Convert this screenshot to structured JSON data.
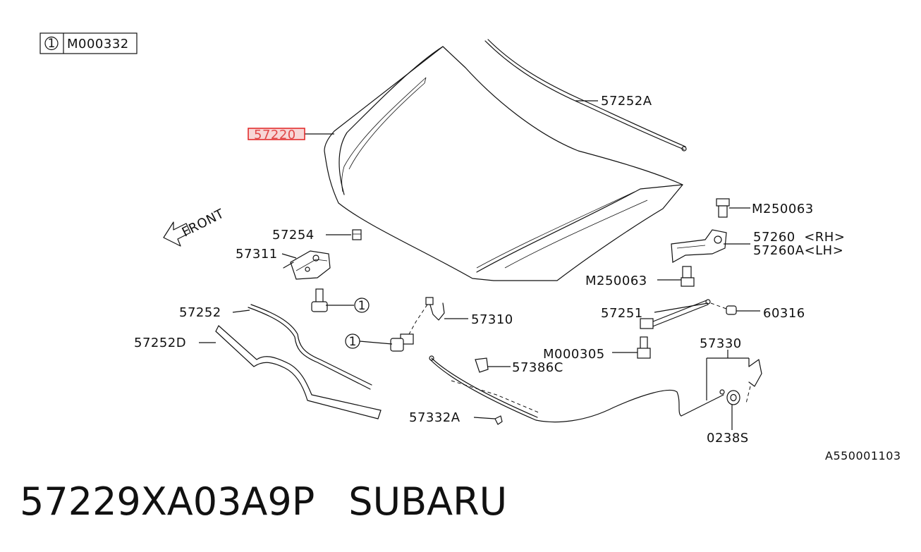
{
  "reference_box": {
    "index": "1",
    "code": "M000332"
  },
  "labels": {
    "hood": "57220",
    "hood_seal_rear": "57252A",
    "bumper_stop": "57254",
    "lock_assy": "57311",
    "seal_front": "57252",
    "seal_front_d": "57252D",
    "striker": "57310",
    "hinge_bolt_top": "M250063",
    "hinge_rh": "57260  <RH>",
    "hinge_lh": "57260A<LH>",
    "hinge_bolt_bottom": "M250063",
    "stay": "57251",
    "grommet": "60316",
    "stay_bolt": "M000305",
    "release_cable": "57330",
    "clip_c": "57386C",
    "clip_a": "57332A",
    "nut": "0238S",
    "callout_1a": "1",
    "callout_1b": "1",
    "front_arrow": "FRONT",
    "drawing_number": "A550001103"
  },
  "highlight": {
    "part": "57220",
    "color": "#e02020"
  },
  "footer": {
    "part_number": "57229XA03A9P",
    "brand": "SUBARU"
  }
}
